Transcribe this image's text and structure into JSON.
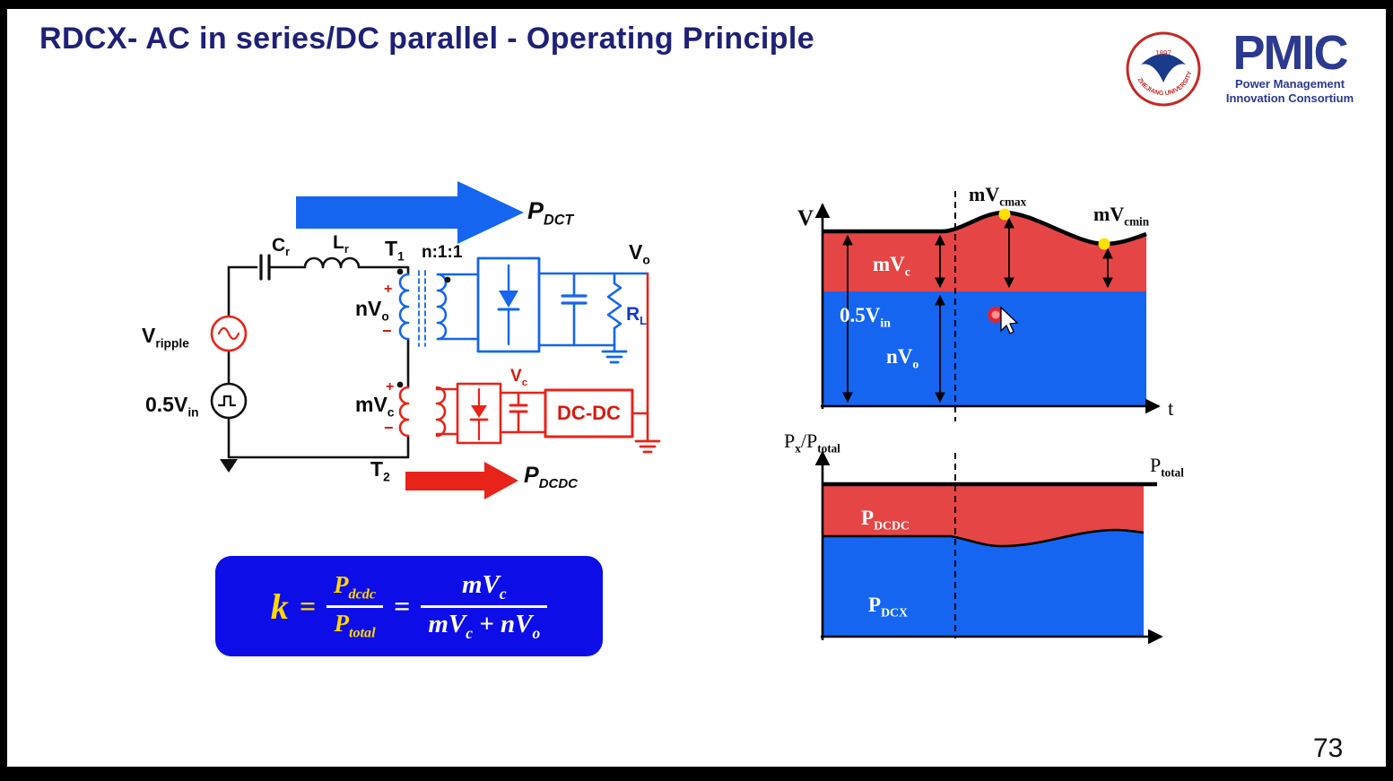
{
  "colors": {
    "title": "#1F2077",
    "circuit_blue": "#1565F0",
    "circuit_red": "#E8231A",
    "chart_red": "#E64545",
    "chart_blue": "#1565F0",
    "formula_bg": "#0D0DE8",
    "formula_yellow": "#FFD700",
    "logo_blue": "#2B3990",
    "dot_yellow": "#FFE000"
  },
  "slide": {
    "title": "RDCX- AC in series/DC parallel - Operating Principle",
    "page_number": "73"
  },
  "logo": {
    "pmic": "PMIC",
    "line1": "Power Management",
    "line2": "Innovation Consortium",
    "seal_en": "ZHEJIANG UNIVERSITY",
    "seal_year": "1897"
  },
  "circuit": {
    "pdct": {
      "base": "P",
      "sub": "DCT"
    },
    "pdcdc": {
      "base": "P",
      "sub": "DCDC"
    },
    "cr": {
      "base": "C",
      "sub": "r"
    },
    "lr": {
      "base": "L",
      "sub": "r"
    },
    "t1": {
      "base": "T",
      "sub": "1"
    },
    "t2": {
      "base": "T",
      "sub": "2"
    },
    "ratio": "n:1:1",
    "vo": {
      "base": "V",
      "sub": "o"
    },
    "rl": {
      "base": "R",
      "sub": "L"
    },
    "vripple": {
      "base": "V",
      "sub": "ripple"
    },
    "half_vin": {
      "base": "0.5V",
      "sub": "in"
    },
    "nvo": {
      "base": "nV",
      "sub": "o"
    },
    "mvc": {
      "base": "mV",
      "sub": "c"
    },
    "vc": {
      "base": "V",
      "sub": "c"
    },
    "dcdc": "DC-DC",
    "plus": "+",
    "minus": "−"
  },
  "formula": {
    "k": "k",
    "eq1": "=",
    "num1": {
      "base": "P",
      "sub": "dcdc"
    },
    "den1": {
      "base": "P",
      "sub": "total"
    },
    "eq2": "=",
    "num2": {
      "base": "mV",
      "sub": "c"
    },
    "den2a": {
      "base": "mV",
      "sub": "c"
    },
    "plus": "+",
    "den2b": {
      "base": "nV",
      "sub": "o"
    }
  },
  "chart_top": {
    "y_axis": "V",
    "x_axis": "t",
    "mvcmax": {
      "base": "mV",
      "sub": "cmax"
    },
    "mvcmin": {
      "base": "mV",
      "sub": "cmin"
    },
    "mvc": {
      "base": "mV",
      "sub": "c"
    },
    "half_vin": {
      "base": "0.5V",
      "sub": "in"
    },
    "nvo": {
      "base": "nV",
      "sub": "o"
    }
  },
  "chart_bottom": {
    "y_axis": {
      "p1": "P",
      "s1": "x",
      "p2": "/P",
      "s2": "total"
    },
    "ptotal": {
      "base": "P",
      "sub": "total"
    },
    "pdcdc": {
      "base": "P",
      "sub": "DCDC"
    },
    "pdcx": {
      "base": "P",
      "sub": "DCX"
    }
  }
}
